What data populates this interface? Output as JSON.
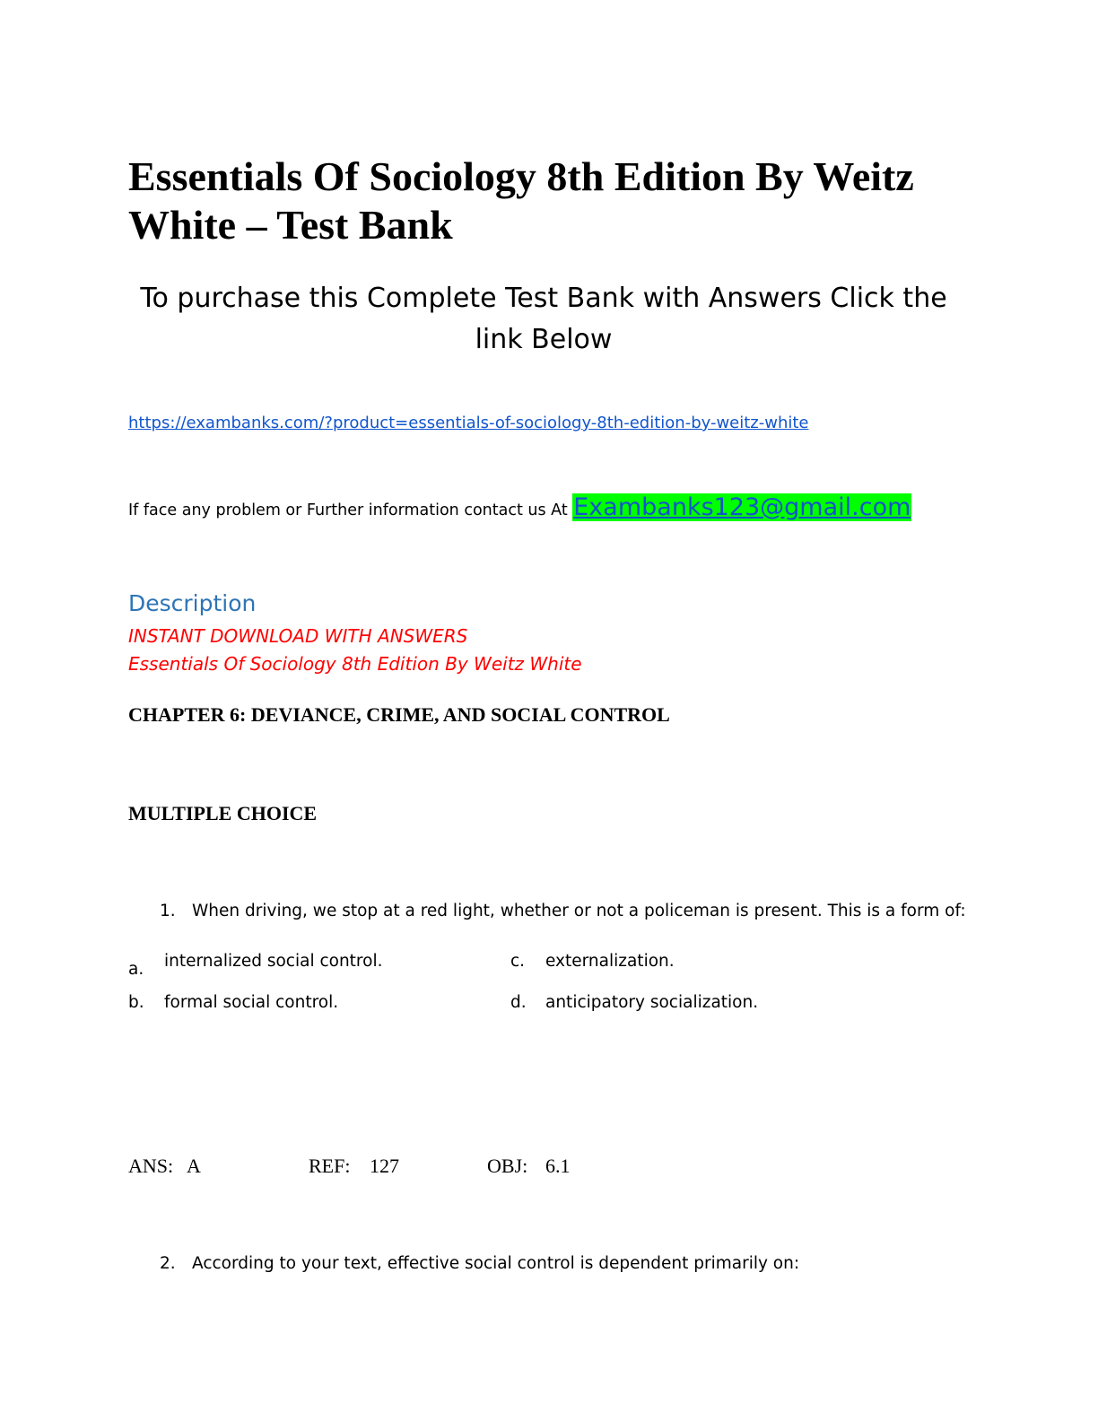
{
  "title": "Essentials Of Sociology 8th Edition By Weitz White – Test Bank",
  "subtitle": "To purchase this Complete Test Bank with Answers Click the link Below",
  "link": "https://exambanks.com/?product=essentials-of-sociology-8th-edition-by-weitz-white",
  "contact": {
    "text": "If face any problem or Further information contact us At ",
    "email": "Exambanks123@gmail.com"
  },
  "description": {
    "heading": "Description",
    "line1": "INSTANT DOWNLOAD WITH ANSWERS",
    "line2": "Essentials Of Sociology 8th Edition By Weitz White"
  },
  "chapter": "CHAPTER 6: DEVIANCE, CRIME, AND SOCIAL CONTROL",
  "section": "MULTIPLE CHOICE",
  "questions": [
    {
      "number": "1.",
      "text": "When driving, we stop at a red light, whether or not a policeman is present.  This is a form of:",
      "options": [
        {
          "letter": "a.",
          "text": "internalized social control."
        },
        {
          "letter": "b.",
          "text": "formal social control."
        },
        {
          "letter": "c.",
          "text": "externalization."
        },
        {
          "letter": "d.",
          "text": "anticipatory socialization."
        }
      ],
      "ans_label": "ANS:",
      "ans": "A",
      "ref_label": "REF:",
      "ref": "127",
      "obj_label": "OBJ:",
      "obj": "6.1"
    },
    {
      "number": "2.",
      "text": "According to your text, effective social control is dependent primarily on:"
    }
  ]
}
